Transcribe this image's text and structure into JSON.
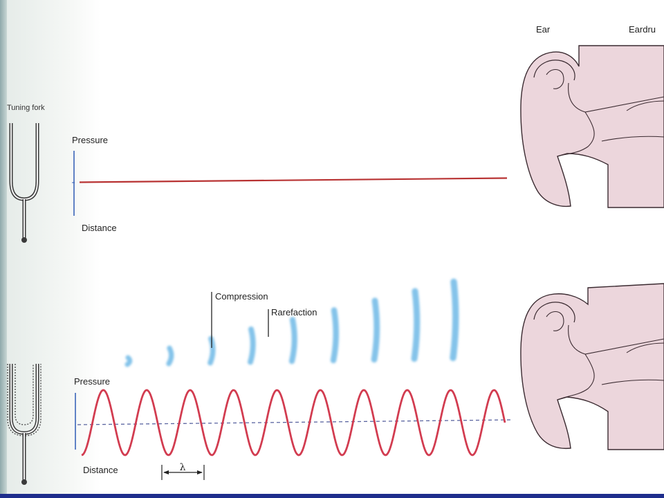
{
  "labels": {
    "tuning_fork": "Tuning fork",
    "pressure_top": "Pressure",
    "distance_top": "Distance",
    "compression": "Compression",
    "rarefaction": "Rarefaction",
    "pressure_bottom": "Pressure",
    "distance_bottom": "Distance",
    "wavelength": "λ",
    "ear": "Ear",
    "eardrum": "Eardru"
  },
  "colors": {
    "pressure_line": "#b83232",
    "wave": "#d23c50",
    "axis": "#2d5ab4",
    "baseline": "#5a64a0",
    "compression_band": "#6fb8e6",
    "ear_fill": "#ecd6dc",
    "ear_stroke": "#3a2a30",
    "bottom_bar": "#1e2d8c"
  },
  "wave": {
    "cycles": 10
  }
}
